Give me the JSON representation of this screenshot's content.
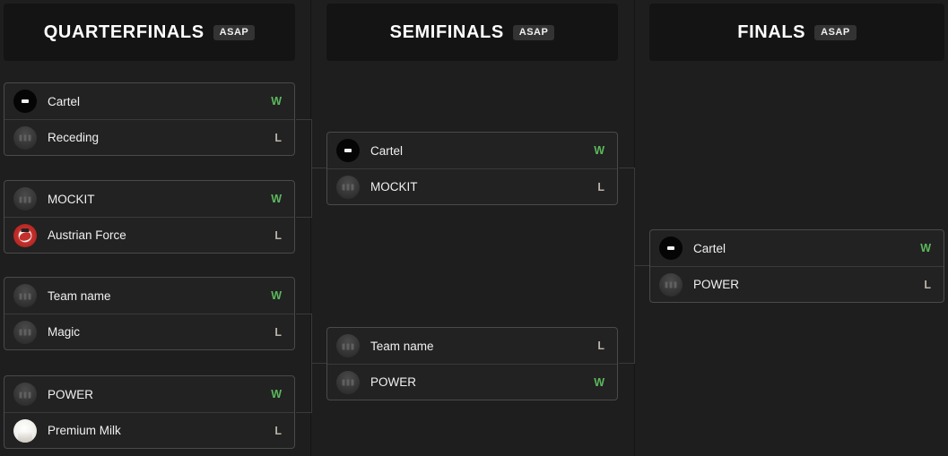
{
  "page": {
    "title": "Tournament Bracket",
    "background_color": "#1e1e1e",
    "card_background": "#222222",
    "card_border": "#4a4a4a",
    "header_background": "#141414",
    "win_color": "#5cb85c",
    "loss_color": "#b9b3a8",
    "connector_color": "#3a3a3a"
  },
  "rounds": [
    {
      "id": "quarterfinals",
      "title": "QUARTERFINALS",
      "badge": "ASAP",
      "matches": [
        {
          "teams": [
            {
              "name": "Cartel",
              "avatar": "cartel-logo",
              "result": "W"
            },
            {
              "name": "Receding",
              "avatar": "default-logo",
              "result": "L"
            }
          ]
        },
        {
          "teams": [
            {
              "name": "MOCKIT",
              "avatar": "default-logo",
              "result": "W"
            },
            {
              "name": "Austrian Force",
              "avatar": "austrian-force-logo",
              "result": "L"
            }
          ]
        },
        {
          "teams": [
            {
              "name": "Team name",
              "avatar": "default-logo",
              "result": "W"
            },
            {
              "name": "Magic",
              "avatar": "default-logo",
              "result": "L"
            }
          ]
        },
        {
          "teams": [
            {
              "name": "POWER",
              "avatar": "default-logo",
              "result": "W"
            },
            {
              "name": "Premium Milk",
              "avatar": "premium-milk-logo",
              "result": "L"
            }
          ]
        }
      ]
    },
    {
      "id": "semifinals",
      "title": "SEMIFINALS",
      "badge": "ASAP",
      "matches": [
        {
          "teams": [
            {
              "name": "Cartel",
              "avatar": "cartel-logo",
              "result": "W"
            },
            {
              "name": "MOCKIT",
              "avatar": "default-logo",
              "result": "L"
            }
          ]
        },
        {
          "teams": [
            {
              "name": "Team name",
              "avatar": "default-logo",
              "result": "L"
            },
            {
              "name": "POWER",
              "avatar": "default-logo",
              "result": "W"
            }
          ]
        }
      ]
    },
    {
      "id": "finals",
      "title": "FINALS",
      "badge": "ASAP",
      "matches": [
        {
          "teams": [
            {
              "name": "Cartel",
              "avatar": "cartel-logo",
              "result": "W"
            },
            {
              "name": "POWER",
              "avatar": "default-logo",
              "result": "L"
            }
          ]
        }
      ]
    }
  ]
}
